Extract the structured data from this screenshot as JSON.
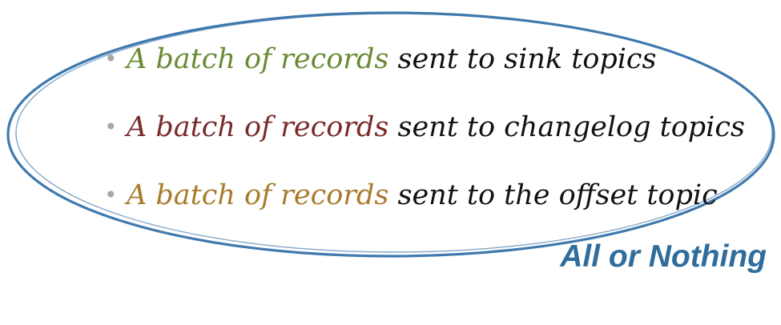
{
  "bullets": [
    {
      "marker": "•",
      "highlight": "A batch of records",
      "rest": " sent to sink topics",
      "highlight_color": "#6a8a33"
    },
    {
      "marker": "•",
      "highlight": "A batch of records",
      "rest": " sent to changelog topics",
      "highlight_color": "#7a2a2a"
    },
    {
      "marker": "•",
      "highlight": "A batch of records",
      "rest": " sent to the offset topic",
      "highlight_color": "#a87b2c"
    }
  ],
  "tagline": {
    "text": "All or Nothing",
    "color": "#2f6d9c"
  },
  "ellipse_color": "#3f79ad"
}
